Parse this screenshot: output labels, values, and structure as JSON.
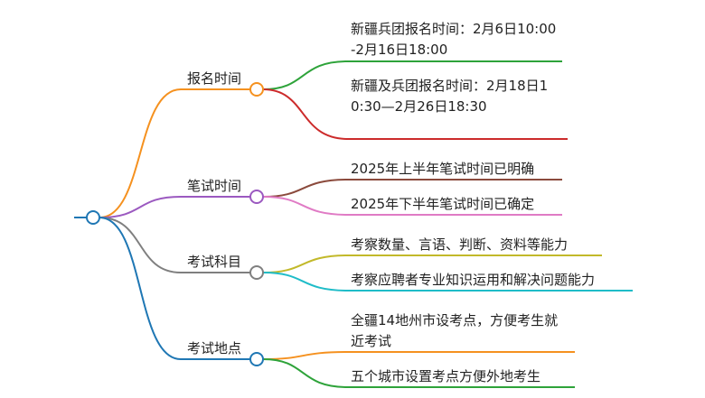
{
  "mindmap": {
    "root": {
      "label": ""
    },
    "branches": [
      {
        "label": "报名时间",
        "color": "#f5911f",
        "children": [
          {
            "label": "新疆兵团报名时间：2月6日10:00-2月16日18:00",
            "color": "#2ea33a"
          },
          {
            "label": "新疆及兵团报名时间：2月18日10:30—2月26日18:30",
            "color": "#cc2b2b"
          }
        ]
      },
      {
        "label": "笔试时间",
        "color": "#9b59c0",
        "children": [
          {
            "label": "2025年上半年笔试时间已明确",
            "color": "#8b4a3c"
          },
          {
            "label": "2025年下半年笔试时间已确定",
            "color": "#e07bc5"
          }
        ]
      },
      {
        "label": "考试科目",
        "color": "#7f7f7f",
        "children": [
          {
            "label": "考察数量、言语、判断、资料等能力",
            "color": "#c2b92a"
          },
          {
            "label": "考察应聘者专业知识运用和解决问题能力",
            "color": "#1fbcc8"
          }
        ]
      },
      {
        "label": "考试地点",
        "color": "#1f77b4",
        "children": [
          {
            "label": "全疆14地州市设考点，方便考生就近考试",
            "color": "#f5911f"
          },
          {
            "label": "五个城市设置考点方便外地考生",
            "color": "#2ea33a"
          }
        ]
      }
    ]
  }
}
